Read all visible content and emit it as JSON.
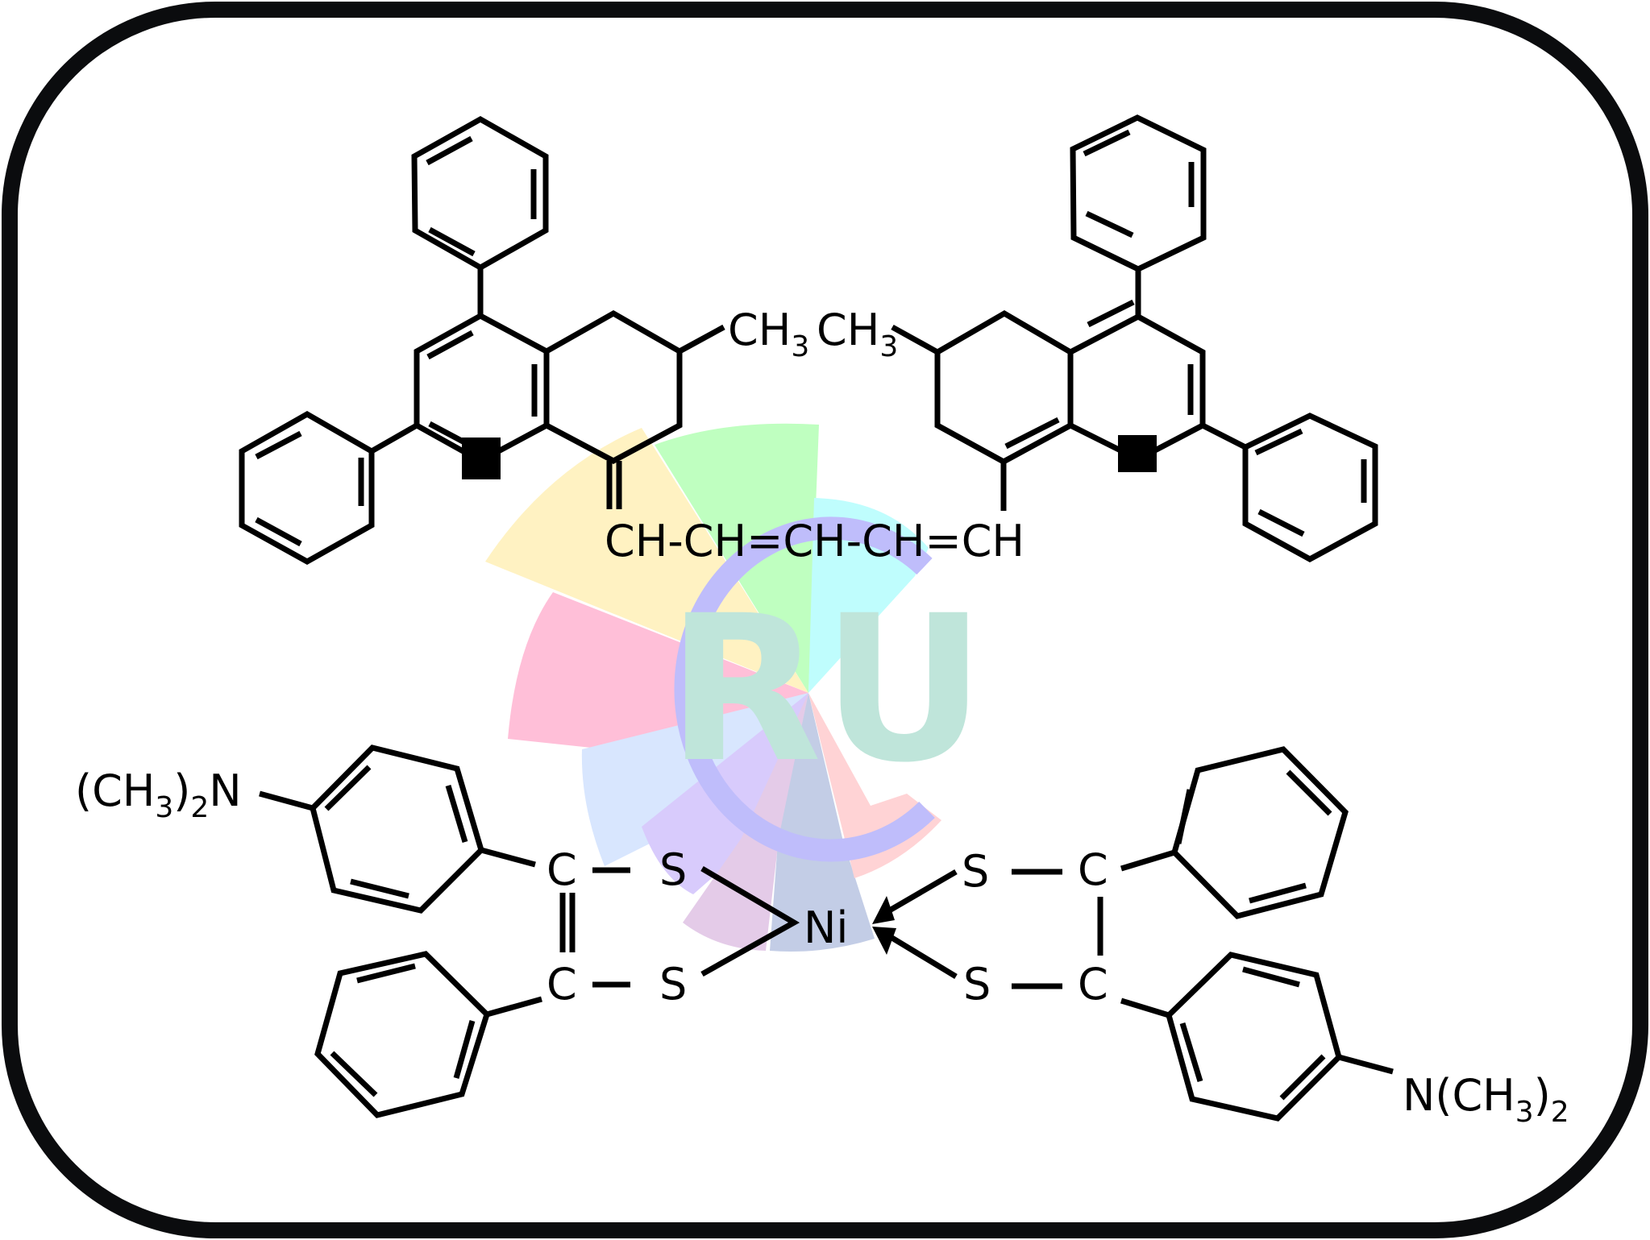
{
  "figure": {
    "type": "chemical-structure",
    "description": "Cyanine-type cation with two tetrahydro-chromenylium/pyrylium cores linked by a pentamethine chain, paired with a nickel bis(dithiolene) complex anion",
    "frame": {
      "border_color": "#0b0c0e",
      "background": "#ffffff"
    }
  },
  "watermark": {
    "text": "RU",
    "text_color": "#bfe5da",
    "ring_color": "#bfbdfb",
    "petal_colors": [
      "#fff2c2",
      "#bfffc0",
      "#bffdfd",
      "#ffbfd8",
      "#d8e6fe",
      "#d8cbfc",
      "#e4cbe8",
      "#c3cde6",
      "#ffd3d5"
    ]
  },
  "cation": {
    "left_methyl": {
      "base": "CH",
      "sub": "3"
    },
    "right_methyl": {
      "base": "CH",
      "sub": "3"
    },
    "chain": "CH-CH=CH-CH=CH",
    "heteroatom_marker": "■"
  },
  "anion": {
    "metal": "Ni",
    "left_dimethylamino": {
      "open": "(CH",
      "sub3": "3",
      "close": ")",
      "sub2": "2",
      "tail": "N"
    },
    "right_dimethylamino": {
      "head": "N(CH",
      "sub3": "3",
      "close": ")",
      "sub2": "2"
    },
    "atoms": {
      "c_top_left": "C",
      "c_bottom_left": "C",
      "s_top_left": "S",
      "s_bottom_left": "S",
      "s_top_right": "S",
      "s_bottom_right": "S",
      "c_top_right": "C",
      "c_bottom_right": "C"
    }
  }
}
